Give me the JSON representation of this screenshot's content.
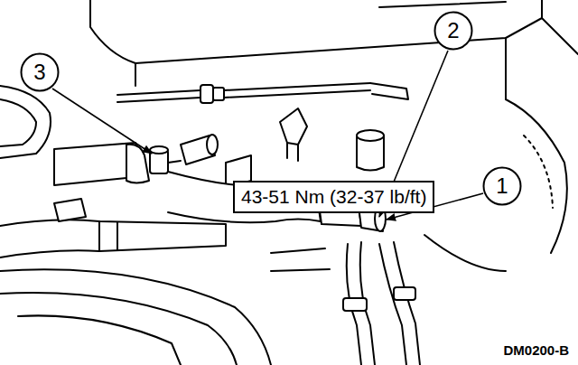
{
  "diagram": {
    "nodes": [
      {
        "text": [
          "2"
        ]
      },
      {
        "text": [
          "3"
        ]
      },
      {
        "text": [
          "43-51 Nm (32-37 lb/ft)"
        ]
      },
      {
        "text": [
          "1"
        ]
      }
    ],
    "edges": [],
    "labels": [
      "DM0200-B"
    ]
  }
}
